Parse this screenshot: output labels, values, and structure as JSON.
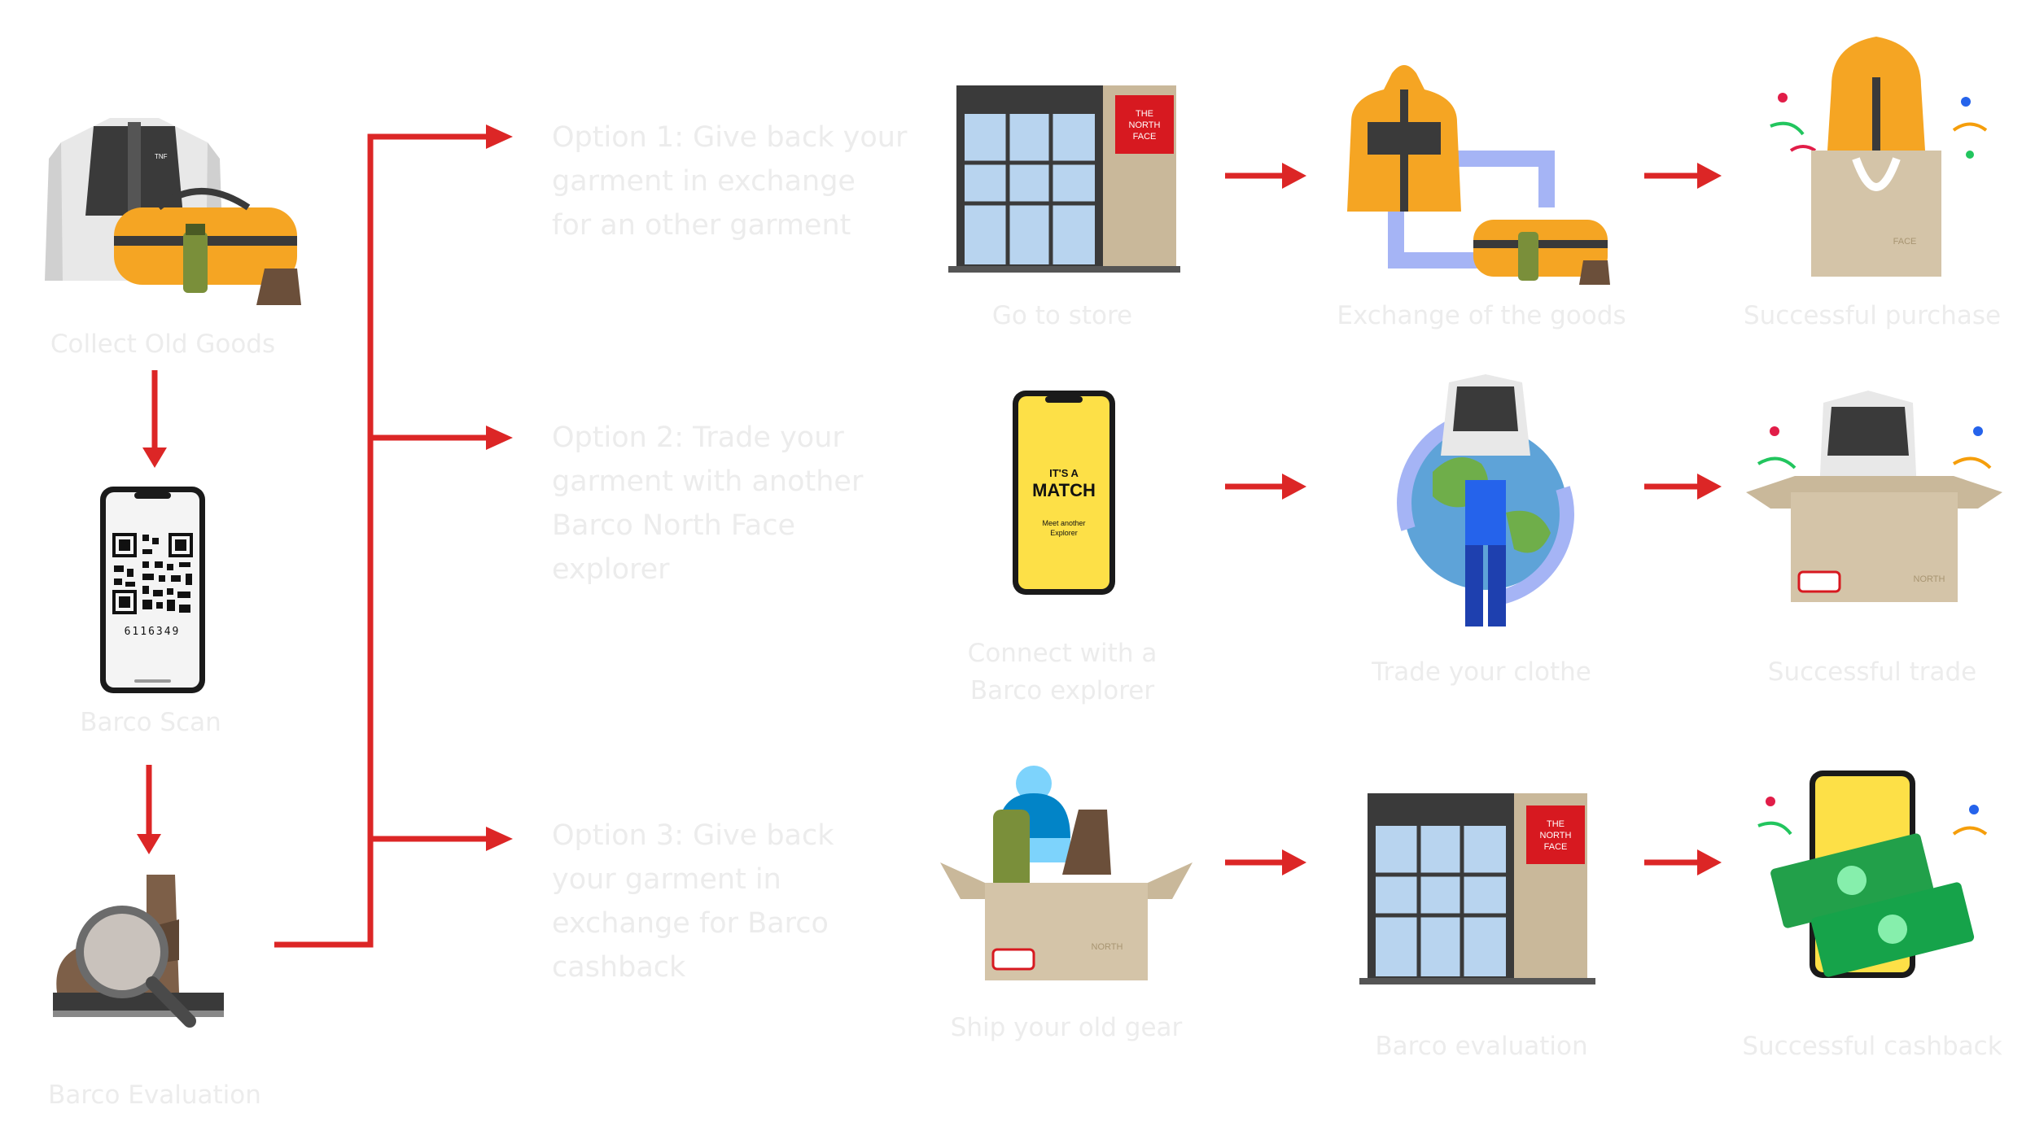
{
  "steps": {
    "collect": "Collect Old Goods",
    "scan": "Barco Scan",
    "evaluation": "Barco Evaluation"
  },
  "options": {
    "opt1": [
      "Option 1: Give back your",
      "garment in exchange",
      "for an other garment"
    ],
    "opt2": [
      "Option 2: Trade your",
      "garment with another",
      "Barco North Face",
      "explorer"
    ],
    "opt3": [
      "Option 3: Give back",
      "your garment in",
      "exchange for Barco",
      "cashback"
    ]
  },
  "row1": {
    "s1": "Go to store",
    "s2": "Exchange of the goods",
    "s3": "Successful purchase"
  },
  "row2": {
    "s1a": "Connect with a",
    "s1b": "Barco explorer",
    "s2": "Trade your clothe",
    "s3": "Successful trade"
  },
  "row3": {
    "s1": "Ship your old gear",
    "s2": "Barco evaluation",
    "s3": "Successful cashback"
  },
  "phone": {
    "code": "6116349",
    "match_small": "IT'S A",
    "match_big": "MATCH",
    "match_sub1": "Meet another",
    "match_sub2": "Explorer"
  },
  "brand": {
    "line1": "THE",
    "line2": "NORTH",
    "line3": "FACE"
  },
  "colors": {
    "arrow": "#dc2626",
    "label": "#ececec",
    "orange": "#f5a523",
    "charcoal": "#3a3a3a",
    "cardboard": "#d4c4a8",
    "brand_red": "#d71920"
  }
}
